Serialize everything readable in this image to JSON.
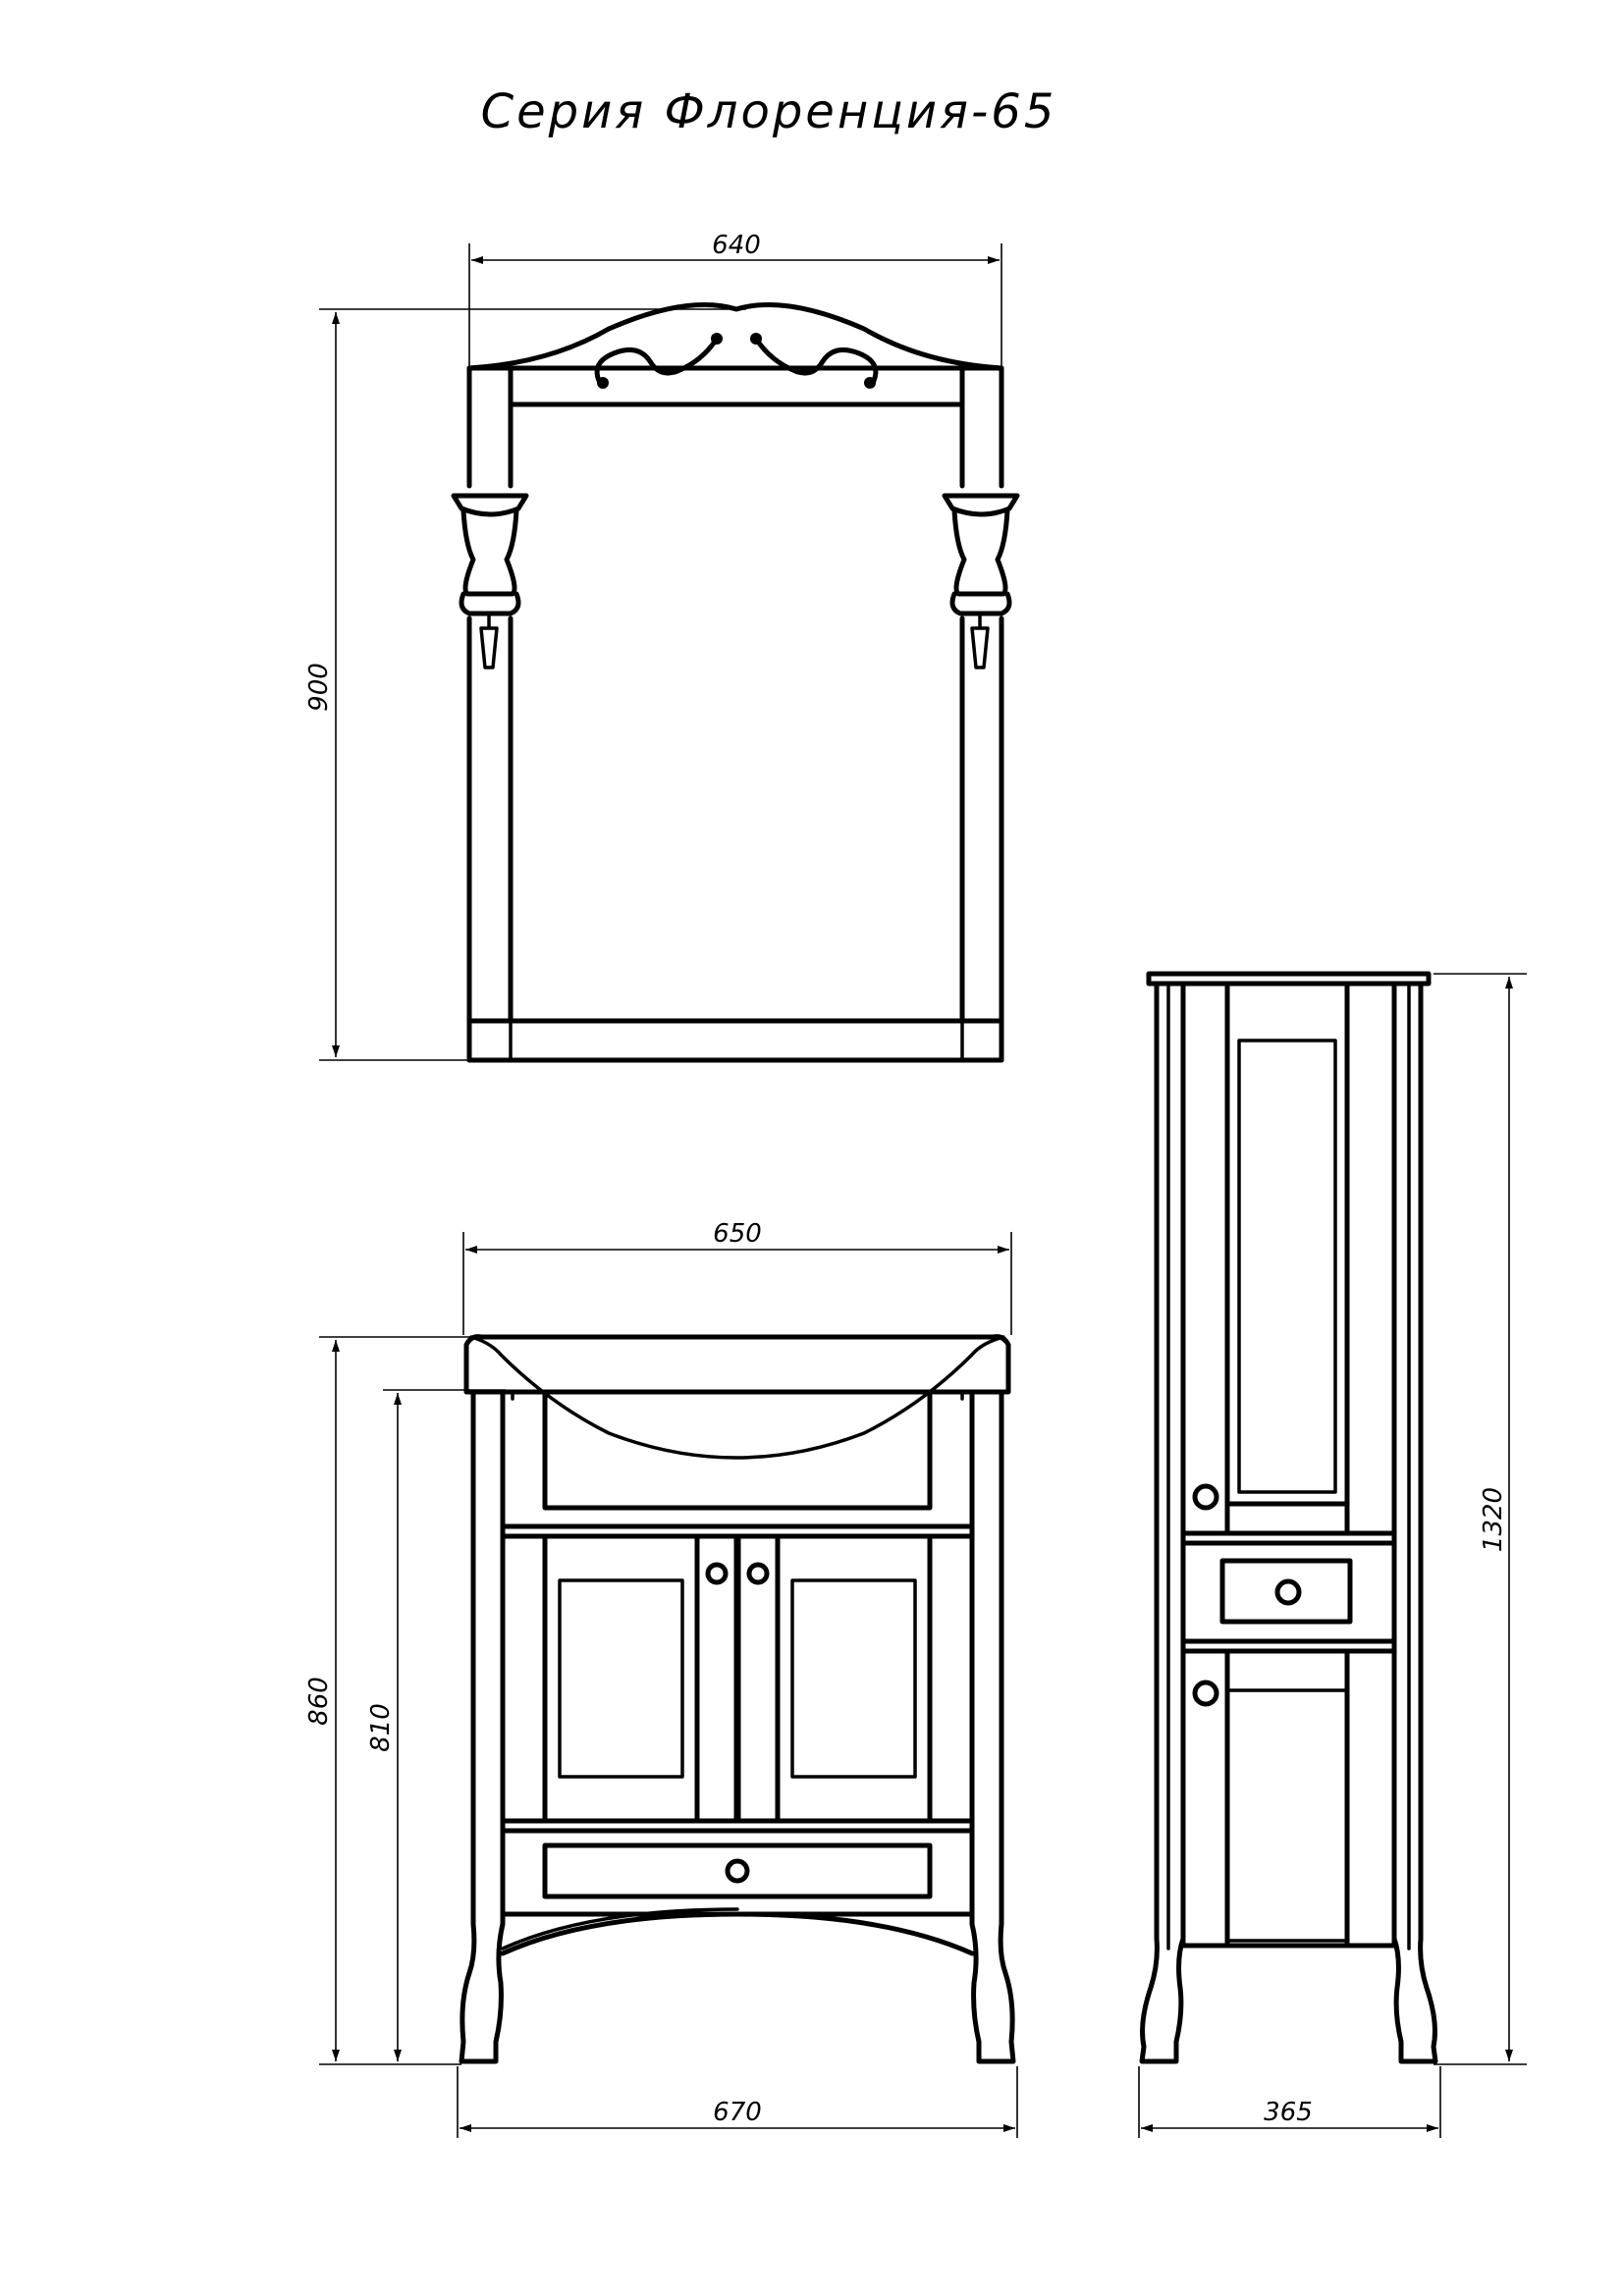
{
  "title": "Серия Флоренция-65",
  "dimensions": {
    "mirror_width": "640",
    "mirror_height": "900",
    "basin_width": "650",
    "vanity_width": "670",
    "vanity_height": "860",
    "vanity_body_height": "810",
    "cabinet_height": "1320",
    "cabinet_width": "365"
  },
  "colors": {
    "line": "#000000",
    "background": "#ffffff"
  }
}
